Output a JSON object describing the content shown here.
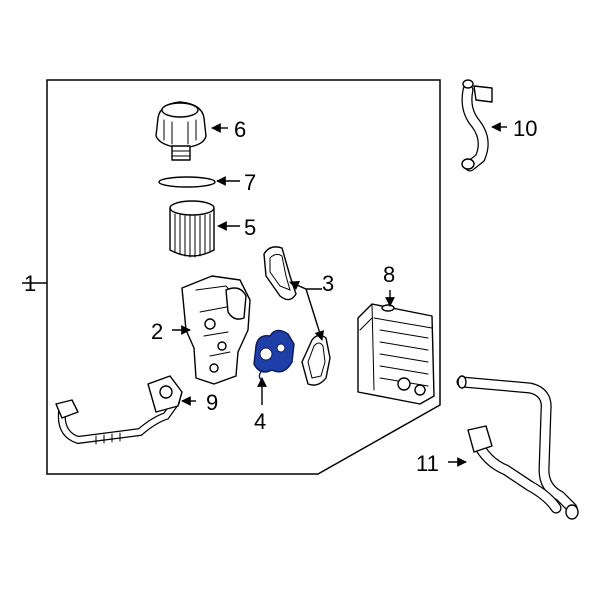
{
  "highlight_color": "#1f3fa8",
  "outline_color": "#000000",
  "callouts": {
    "c1": "1",
    "c2": "2",
    "c3": "3",
    "c4": "4",
    "c5": "5",
    "c6": "6",
    "c7": "7",
    "c8": "8",
    "c9": "9",
    "c10": "10",
    "c11": "11"
  }
}
